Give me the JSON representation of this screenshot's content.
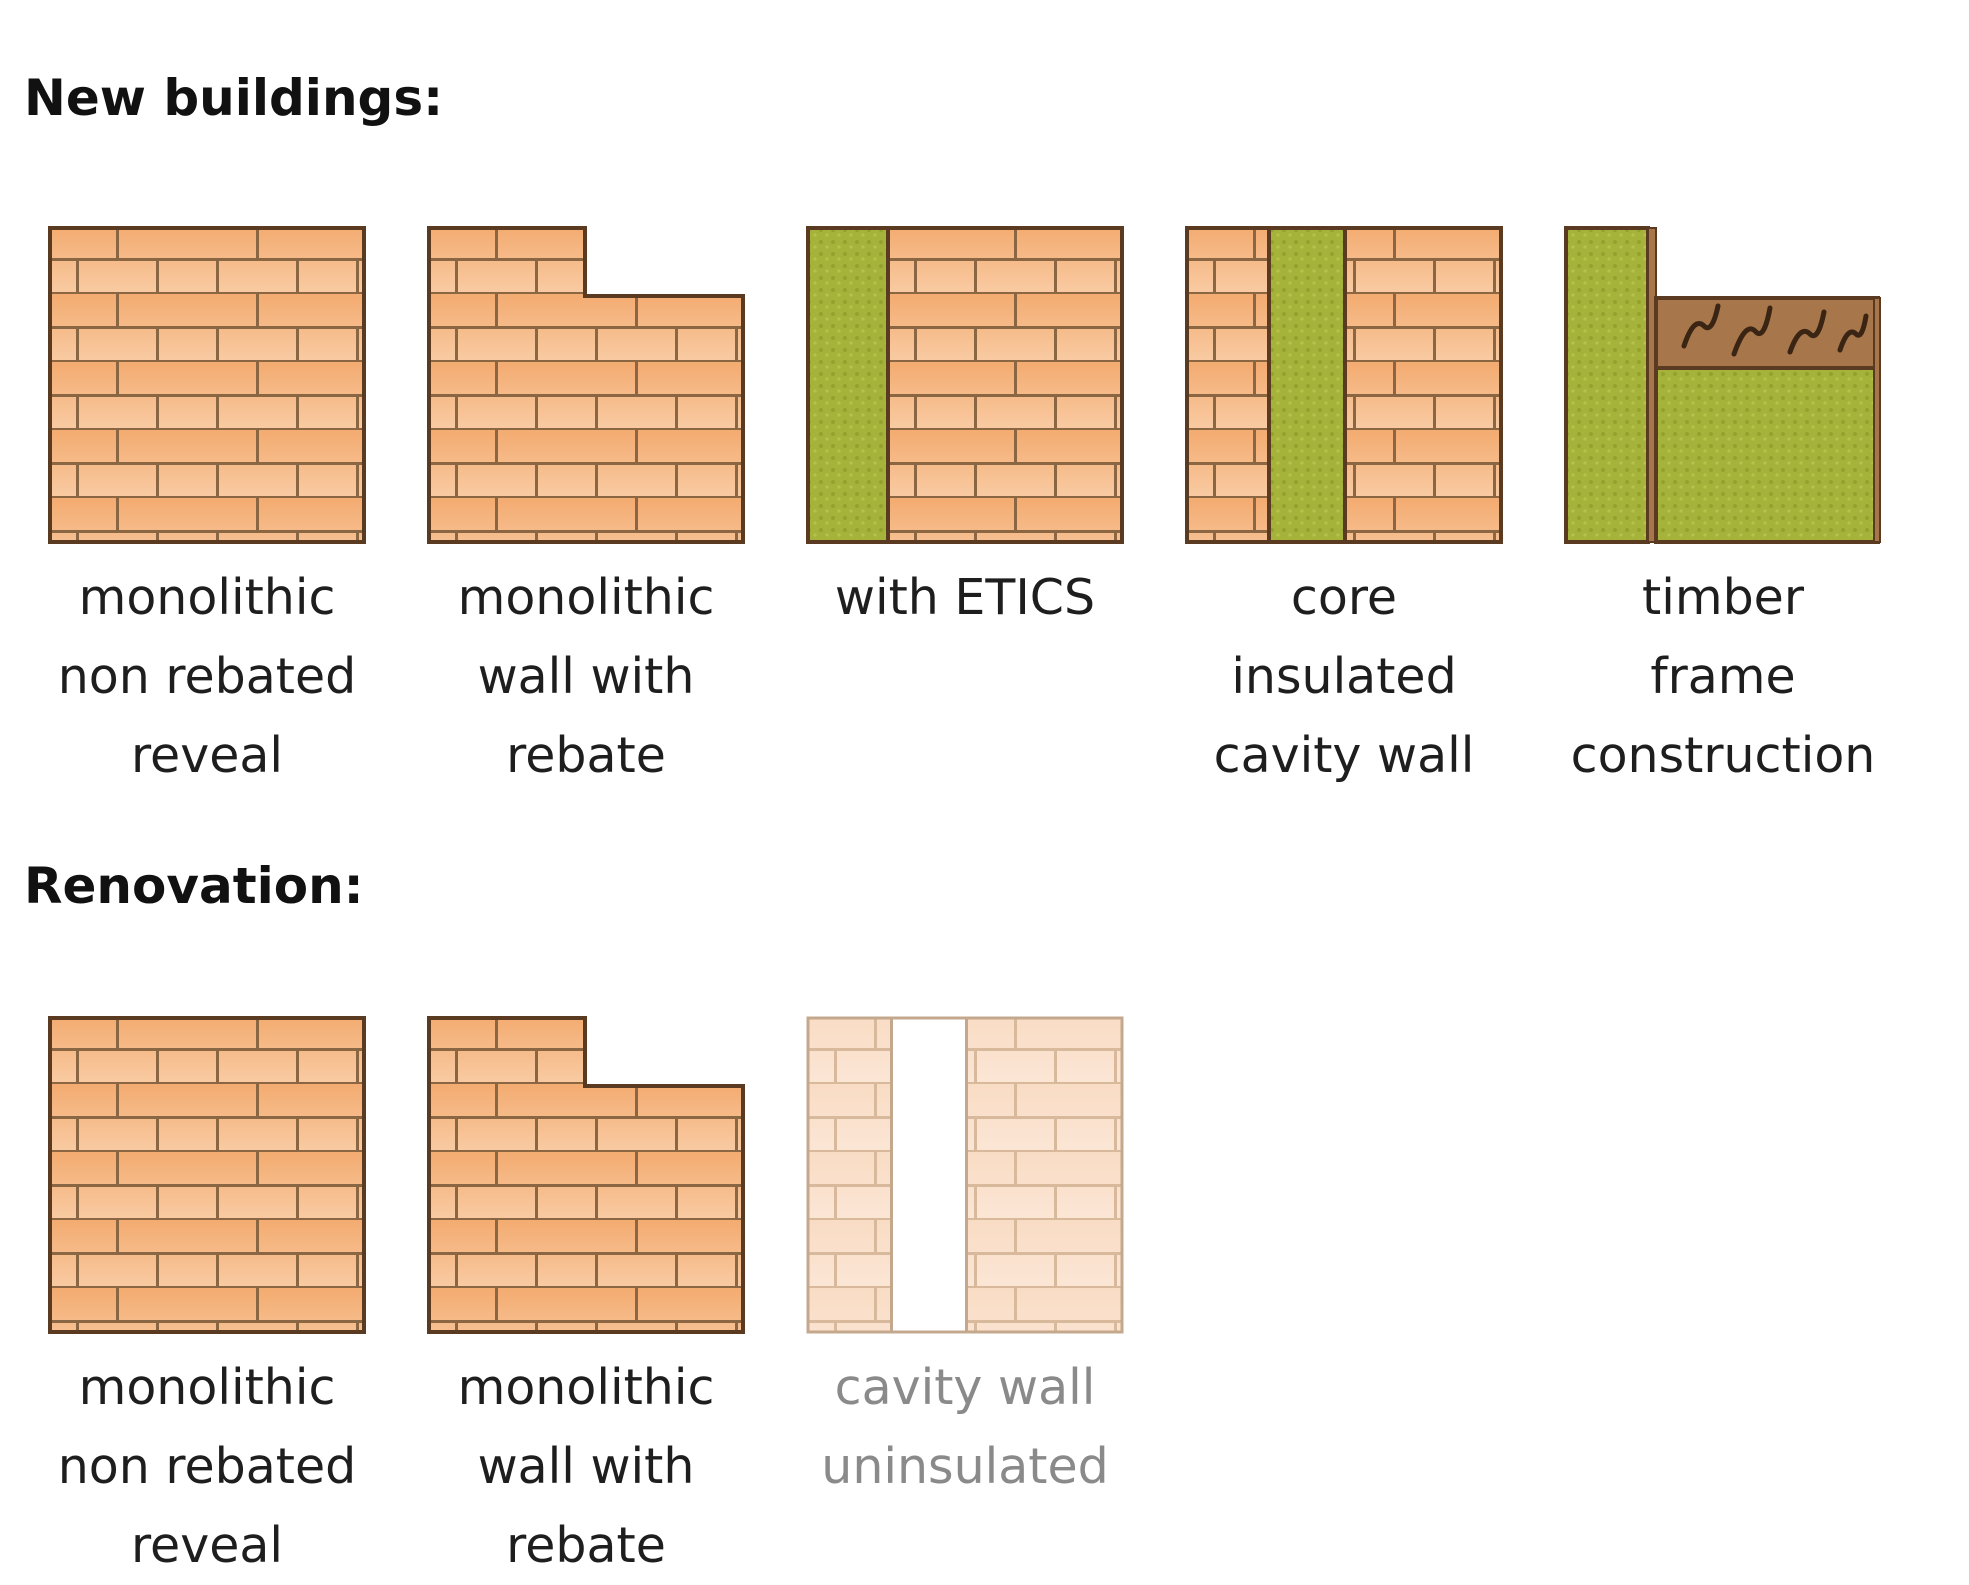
{
  "new_buildings": {
    "title": "New buildings:",
    "options": [
      {
        "id": "monolithic-non-rebated",
        "lines": [
          "monolithic",
          "non rebated",
          "reveal"
        ],
        "icon": "brick-wall-full-icon",
        "enabled": true
      },
      {
        "id": "monolithic-rebate",
        "lines": [
          "monolithic",
          "wall with",
          "rebate"
        ],
        "icon": "brick-wall-rebate-icon",
        "enabled": true
      },
      {
        "id": "etics",
        "lines": [
          "with ETICS"
        ],
        "icon": "brick-wall-etics-icon",
        "enabled": true
      },
      {
        "id": "core-insulated",
        "lines": [
          "core",
          "insulated",
          "cavity wall"
        ],
        "icon": "cavity-wall-insulated-icon",
        "enabled": true
      },
      {
        "id": "timber-frame",
        "lines": [
          "timber",
          "frame",
          "construction"
        ],
        "icon": "timber-frame-icon",
        "enabled": true
      }
    ]
  },
  "renovation": {
    "title": "Renovation:",
    "options": [
      {
        "id": "reno-monolithic-non-rebated",
        "lines": [
          "monolithic",
          "non rebated",
          "reveal"
        ],
        "icon": "brick-wall-full-icon",
        "enabled": true
      },
      {
        "id": "reno-monolithic-rebate",
        "lines": [
          "monolithic",
          "wall with",
          "rebate"
        ],
        "icon": "brick-wall-rebate-icon",
        "enabled": true
      },
      {
        "id": "reno-cavity-uninsulated",
        "lines": [
          "cavity wall",
          "uninsulated"
        ],
        "icon": "cavity-wall-uninsulated-icon",
        "enabled": false
      }
    ]
  },
  "colors": {
    "brick": "#f4b57f",
    "brick_light": "#fbd3ad",
    "mortar": "#7a5a3c",
    "outline": "#5a3a20",
    "insulation": "#a3b337",
    "timber": "#a7764a"
  }
}
